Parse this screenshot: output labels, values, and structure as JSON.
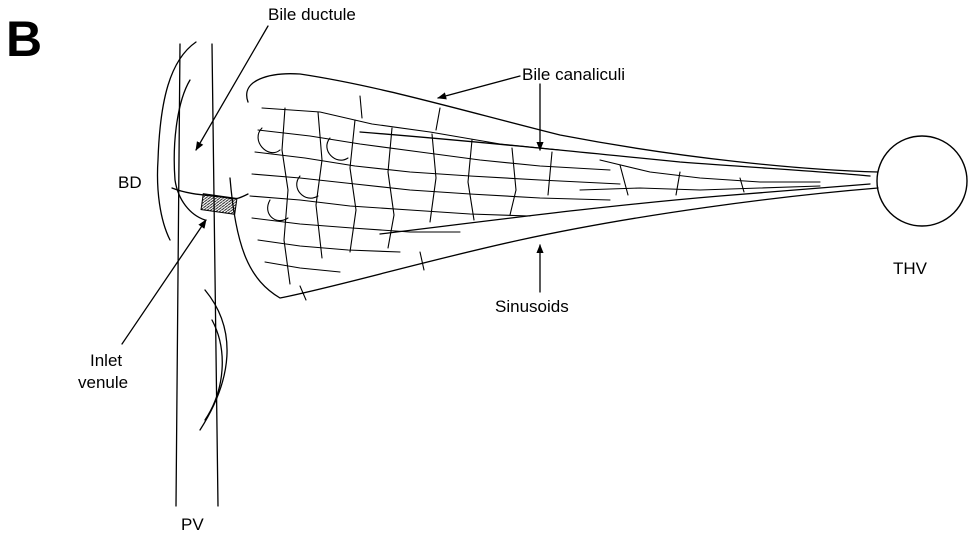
{
  "panel_letter": "B",
  "labels": {
    "bile_ductule": "Bile ductule",
    "bile_canaliculi": "Bile canaliculi",
    "bd": "BD",
    "thv": "THV",
    "sinusoids": "Sinusoids",
    "inlet_line1": "Inlet",
    "inlet_line2": "venule",
    "pv": "PV"
  },
  "colors": {
    "ink": "#000000",
    "background": "#ffffff"
  }
}
